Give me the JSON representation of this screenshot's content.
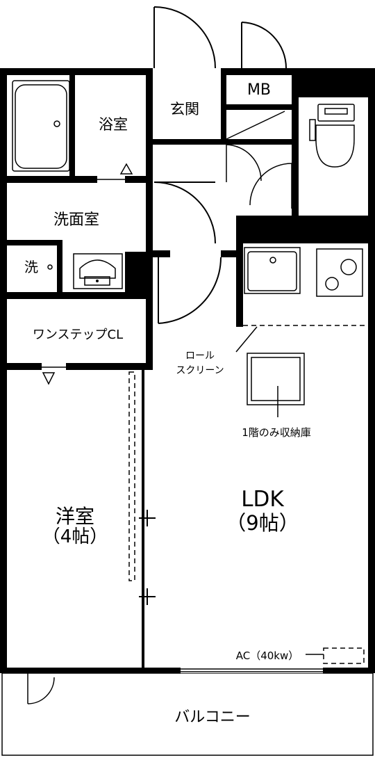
{
  "rooms": {
    "bath": "浴室",
    "entrance": "玄関",
    "mb": "MB",
    "washroom": "洗面室",
    "washer": "洗",
    "closet": "ワンステップCL",
    "western_room": "洋室",
    "western_room_size": "（4帖）",
    "ldk": "LDK",
    "ldk_size": "（9帖）",
    "balcony": "バルコニー"
  },
  "annotations": {
    "roll_screen_line1": "ロール",
    "roll_screen_line2": "スクリーン",
    "storage_note": "1階のみ収納庫",
    "aircon": "AC（40kw）"
  }
}
